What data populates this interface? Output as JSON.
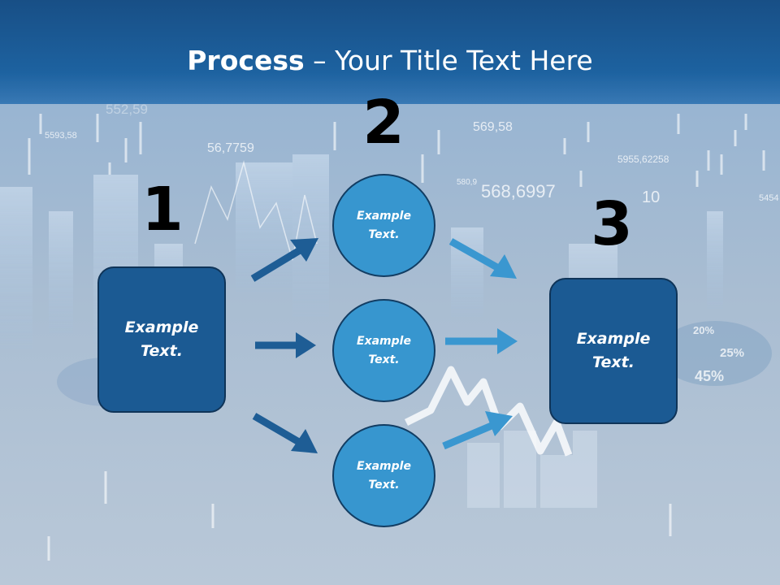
{
  "title": {
    "bold": "Process",
    "rest": " – Your Title Text Here"
  },
  "steps": [
    "1",
    "2",
    "3"
  ],
  "left_box": {
    "line1": "Example",
    "line2": "Text."
  },
  "circles": [
    {
      "line1": "Example",
      "line2": "Text."
    },
    {
      "line1": "Example",
      "line2": "Text."
    },
    {
      "line1": "Example",
      "line2": "Text."
    }
  ],
  "right_box": {
    "line1": "Example",
    "line2": "Text."
  },
  "background_numbers": [
    "552,59",
    "5593,58",
    "56,7759",
    "569,58",
    "5955,62258",
    "580,9",
    "568,6997",
    "10",
    "5454",
    "20%",
    "25%",
    "45%"
  ],
  "colors": {
    "box": "#1b5a93",
    "circle": "#3796cf",
    "arrow_dark": "#1e5d95",
    "arrow_light": "#3a97d0",
    "title_bar": "#1d62a0"
  }
}
